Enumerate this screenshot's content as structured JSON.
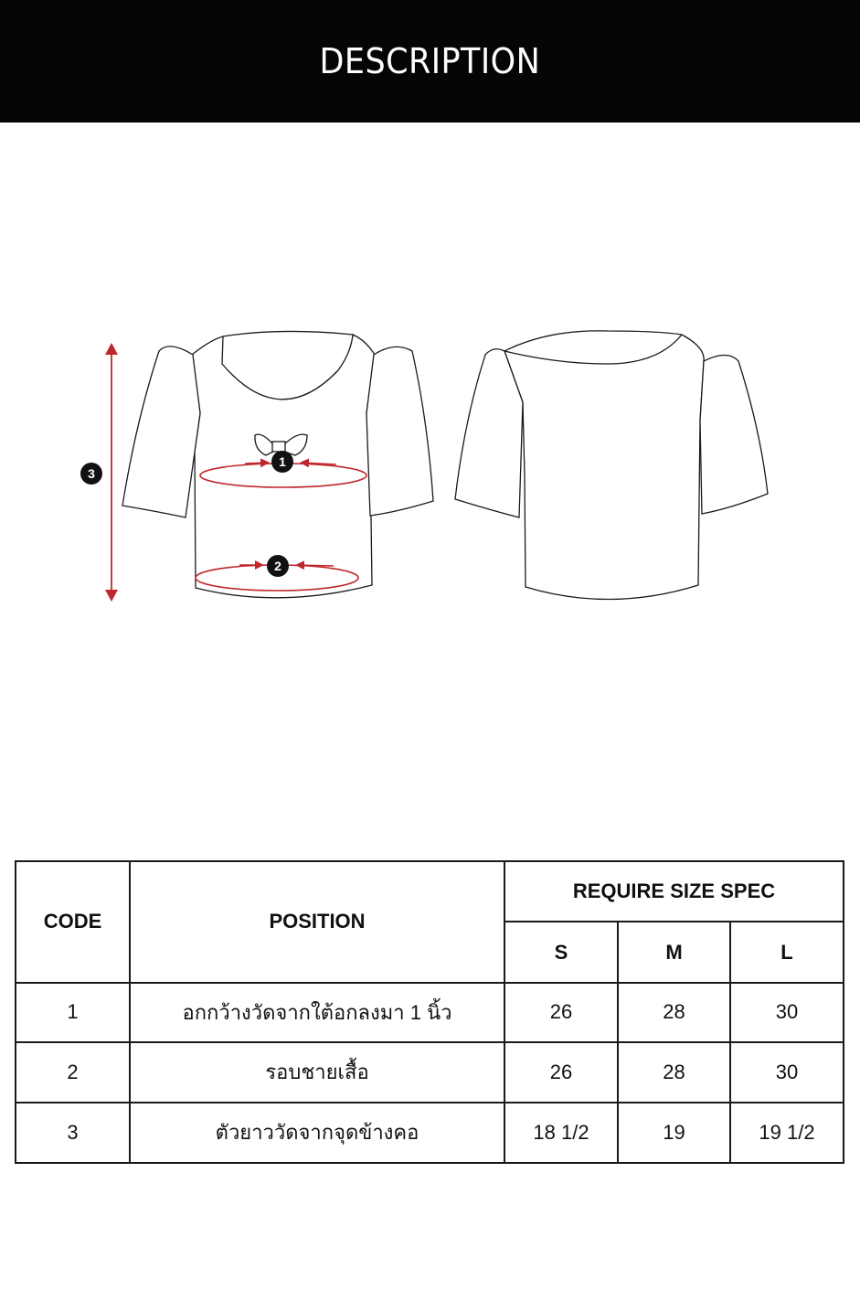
{
  "header": {
    "title": "DESCRIPTION"
  },
  "diagram": {
    "markers": [
      "1",
      "2",
      "3"
    ],
    "line_color": "#1a1a1a",
    "measure_color": "#c0272d"
  },
  "table": {
    "headers": {
      "code": "CODE",
      "position": "POSITION",
      "spec": "REQUIRE SIZE SPEC",
      "sizes": [
        "S",
        "M",
        "L"
      ]
    },
    "rows": [
      {
        "code": "1",
        "position": "อกกว้างวัดจากใต้อกลงมา 1 นิ้ว",
        "values": [
          "26",
          "28",
          "30"
        ]
      },
      {
        "code": "2",
        "position": "รอบชายเสื้อ",
        "values": [
          "26",
          "28",
          "30"
        ]
      },
      {
        "code": "3",
        "position": "ตัวยาววัดจากจุดข้างคอ",
        "values": [
          "18 1/2",
          "19",
          "19 1/2"
        ]
      }
    ]
  }
}
